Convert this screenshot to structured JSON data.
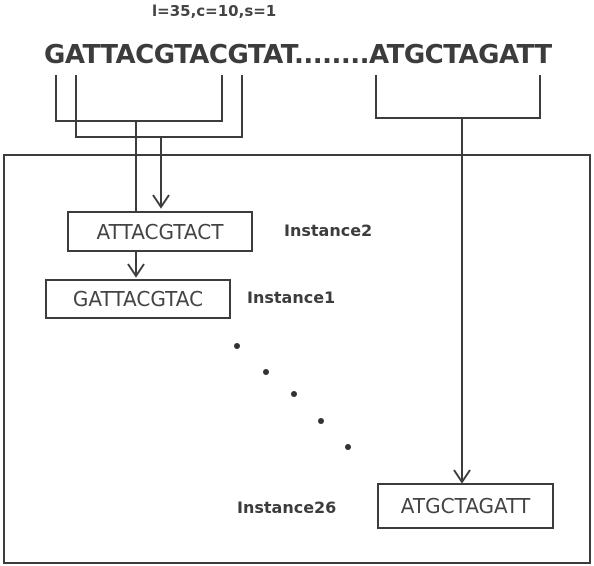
{
  "params": "l=35,c=10,s=1",
  "sequence": "GATTACGTACGTAT........ATGCTAGATT",
  "instances": [
    {
      "label": "Instance2",
      "fragment": "ATTACGTACT"
    },
    {
      "label": "Instance1",
      "fragment": "GATTACGTAC"
    },
    {
      "label": "Instance26",
      "fragment": "ATGCTAGATT"
    }
  ]
}
